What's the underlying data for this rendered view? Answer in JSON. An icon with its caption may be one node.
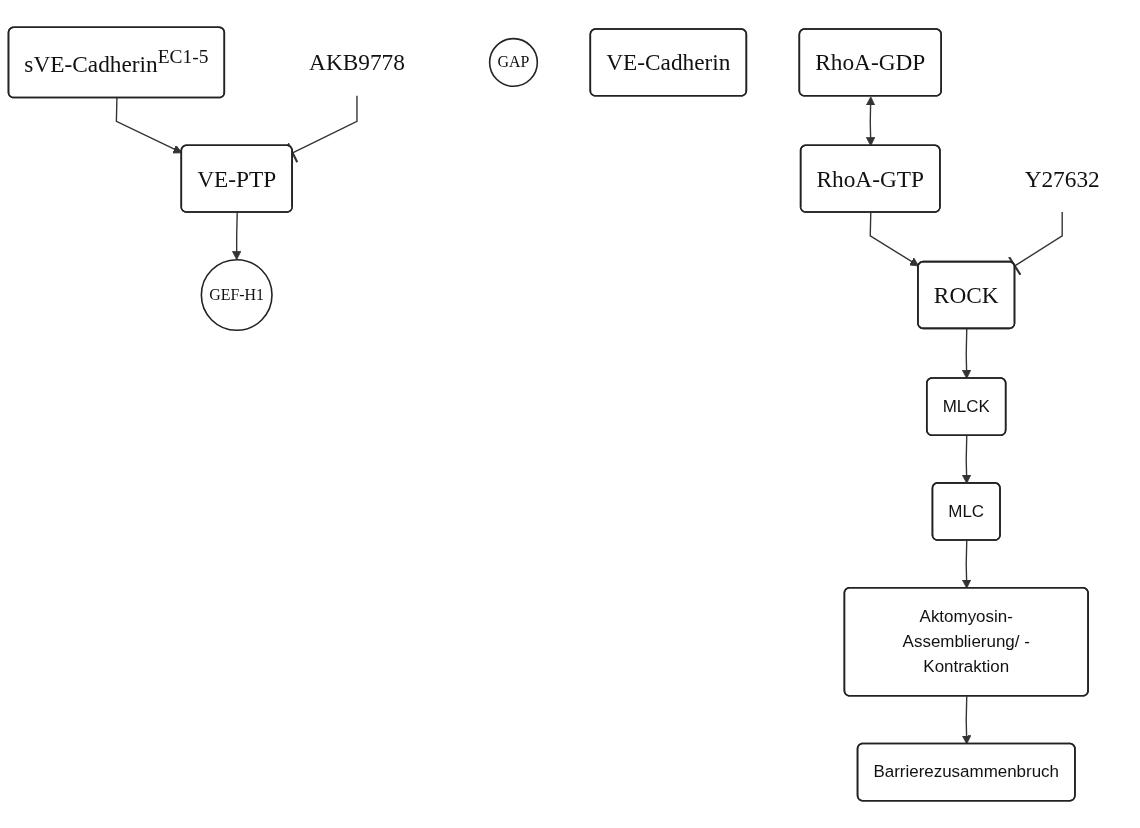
{
  "diagram": {
    "nodes": [
      {
        "text": [
          "RhoA-GDP"
        ]
      },
      {
        "text": [
          "sVE-Cadherin$^{EC1-5}$"
        ]
      },
      {
        "text": [
          "GAP"
        ]
      },
      {
        "text": [
          "GEF-H1"
        ]
      },
      {
        "text": [
          "RhoA-GTP"
        ]
      },
      {
        "text": [
          "VE-Cadherin"
        ]
      },
      {
        "text": [
          "VE-PTP"
        ]
      },
      {
        "text": [
          "Y27632"
        ]
      },
      {
        "text": [
          "ROCK"
        ]
      },
      {
        "text": [
          "AKB9778"
        ]
      },
      {
        "text": [
          "MLCK"
        ]
      },
      {
        "text": [
          "MLC"
        ]
      },
      {
        "text": [
          "Aktomyosin-Assemblierung/ -Kontraktion"
        ]
      },
      {
        "text": [
          "Barrierezusammenbruch"
        ]
      }
    ],
    "edges": [
      {
        "from": 0,
        "to": 4,
        "arrow": "both"
      },
      {
        "from": 6,
        "to": 3,
        "arrow": "to"
      },
      {
        "from": 1,
        "to": 6,
        "arrow": "to"
      },
      {
        "from": 4,
        "to": 8,
        "arrow": "to"
      },
      {
        "from": 7,
        "to": 8,
        "arrow": "other"
      },
      {
        "from": 9,
        "to": 6,
        "arrow": "other"
      },
      {
        "from": 8,
        "to": 10,
        "arrow": "to"
      },
      {
        "from": 10,
        "to": 11,
        "arrow": "to"
      },
      {
        "from": 11,
        "to": 12,
        "arrow": "to"
      },
      {
        "from": 12,
        "to": 13,
        "arrow": "to"
      }
    ]
  }
}
